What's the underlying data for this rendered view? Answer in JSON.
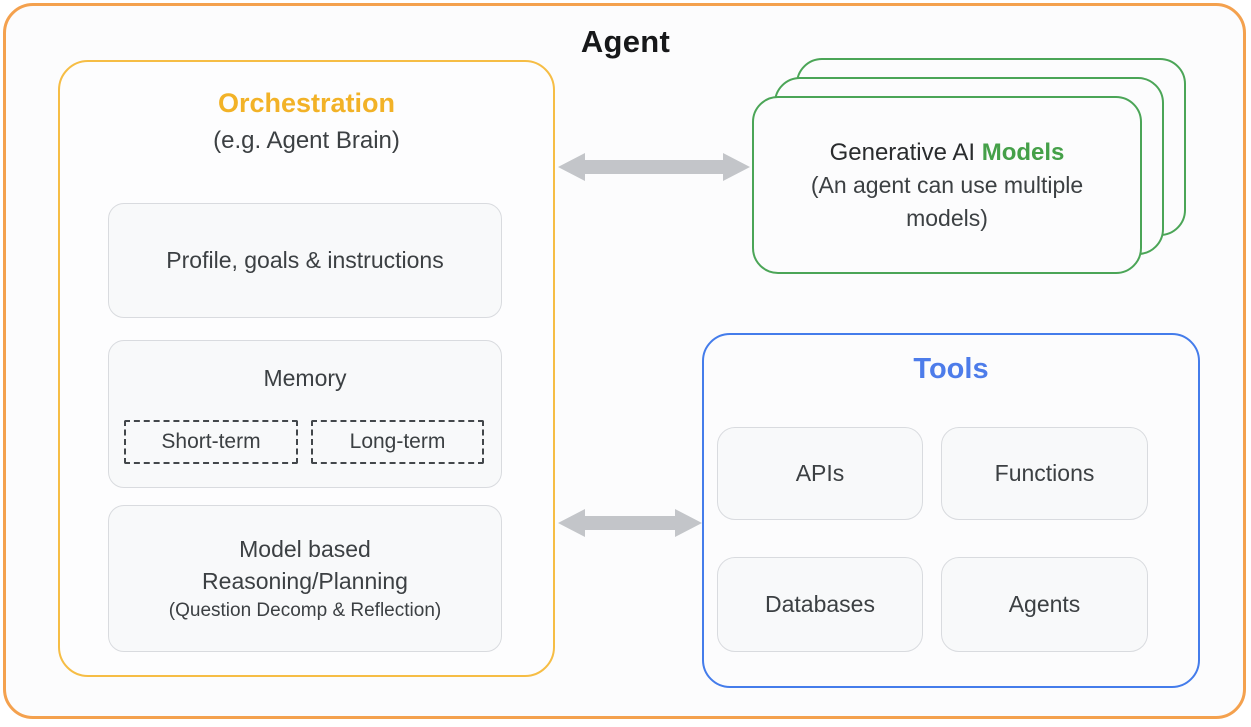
{
  "diagram": {
    "title": "Agent",
    "orchestration": {
      "title": "Orchestration",
      "subtitle": "(e.g. Agent Brain)",
      "profile_label": "Profile, goals & instructions",
      "memory": {
        "label": "Memory",
        "short_term": "Short-term",
        "long_term": "Long-term"
      },
      "reasoning": {
        "line1": "Model based",
        "line2": "Reasoning/Planning",
        "line3": "(Question Decomp & Reflection)"
      }
    },
    "models": {
      "title_prefix": "Generative AI",
      "title_highlight": "Models",
      "subtitle": "(An agent can use multiple models)"
    },
    "tools": {
      "title": "Tools",
      "items": [
        "APIs",
        "Functions",
        "Databases",
        "Agents"
      ]
    },
    "colors": {
      "outer_border_orange": "#f4a14e",
      "orchestration_gold": "#f2b227",
      "models_green": "#45a049",
      "tools_blue": "#4d7cea",
      "arrow_gray": "#c3c5c9",
      "card_fill": "#f8f9fa",
      "card_border": "#d9dbdf",
      "body_text": "#3c4043"
    }
  }
}
